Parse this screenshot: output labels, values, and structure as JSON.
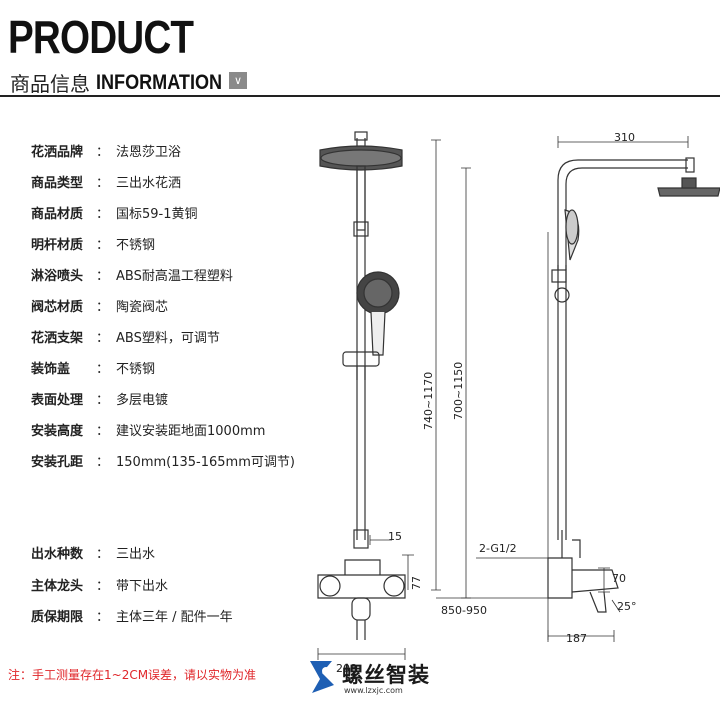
{
  "header": {
    "title": "PRODUCT",
    "subtitle_cn": "商品信息",
    "subtitle_en": "INFORMATION"
  },
  "specs": [
    {
      "key": "花洒品牌",
      "colon": "：",
      "value": "法恩莎卫浴"
    },
    {
      "key": "商品类型",
      "colon": "：",
      "value": "三出水花洒"
    },
    {
      "key": "商品材质",
      "colon": "：",
      "value": "国标59-1黄铜"
    },
    {
      "key": "明杆材质",
      "colon": "：",
      "value": "不锈钢"
    },
    {
      "key": "淋浴喷头",
      "colon": "：",
      "value": "ABS耐高温工程塑料"
    },
    {
      "key": "阀芯材质",
      "colon": "：",
      "value": "陶瓷阀芯"
    },
    {
      "key": "花洒支架",
      "colon": "：",
      "value": "ABS塑料，可调节"
    },
    {
      "key": "装饰盖",
      "colon": "：",
      "value": "不锈钢"
    },
    {
      "key": "表面处理",
      "colon": "：",
      "value": "多层电镀"
    },
    {
      "key": "安装高度",
      "colon": "：",
      "value": "建议安装距地面1000mm"
    },
    {
      "key": "安装孔距",
      "colon": "：",
      "value": "150mm(135-165mm可调节)"
    },
    {
      "key": "出水种数",
      "colon": "：",
      "value": "三出水"
    },
    {
      "key": "主体龙头",
      "colon": "：",
      "value": "带下出水"
    },
    {
      "key": "质保期限",
      "colon": "：",
      "value": "主体三年 / 配件一年"
    }
  ],
  "dimensions": {
    "top_width": "310",
    "height_front": "740~1170",
    "height_side": "700~1150",
    "pipe_offset": "15",
    "faucet_height": "77",
    "thread": "2-G1/2",
    "faucet_depth": "70",
    "spout_angle": "25°",
    "mount_range": "850-950",
    "body_width": "208",
    "body_depth": "187"
  },
  "footer": {
    "note": "注：手工测量存在1~2CM误差，请以实物为准",
    "logo_text": "螺丝智装",
    "logo_url": "www.lzxjc.com"
  },
  "colors": {
    "note": "#e0262a",
    "logo_blue": "#1e5fb4"
  }
}
